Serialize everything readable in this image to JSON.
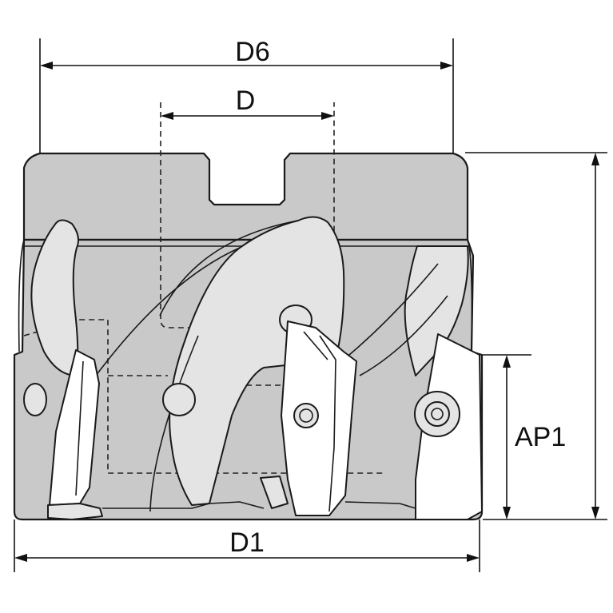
{
  "dimensions": {
    "d6": "D6",
    "d": "D",
    "d1": "D1",
    "ap1": "AP1"
  },
  "colors": {
    "body": "#c9c9c9",
    "insert": "#e4e4e4",
    "line": "#1a1a1a"
  }
}
